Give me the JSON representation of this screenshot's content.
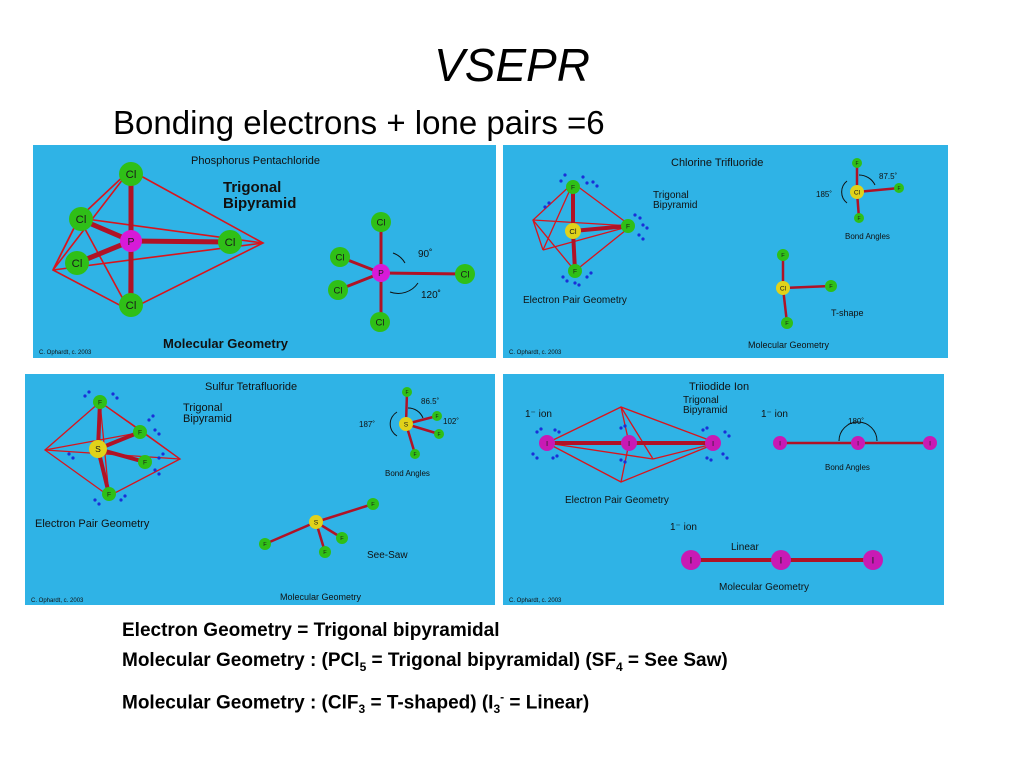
{
  "slide": {
    "title": "VSEPR",
    "subtitle": "Bonding electrons +  lone pairs =6"
  },
  "panels": {
    "pcl5": {
      "name": "Phosphorus Pentachloride",
      "geometry": "Trigonal",
      "geometry2": "Bipyramid",
      "bottom_label": "Molecular Geometry",
      "angle1": "90˚",
      "angle2": "120˚",
      "atom_center": "P",
      "atom_outer": "Cl",
      "credit": "C. Ophardt, c. 2003"
    },
    "clf3": {
      "name": "Chlorine Trifluoride",
      "geometry": "Trigonal",
      "geometry2": "Bipyramid",
      "electron_label": "Electron Pair Geometry",
      "angle1": "87.5˚",
      "angle2": "185˚",
      "bond_angles": "Bond Angles",
      "shape": "T-shape",
      "bottom_label": "Molecular Geometry",
      "atom_center": "Cl",
      "atom_outer": "F",
      "credit": "C. Ophardt, c. 2003"
    },
    "sf4": {
      "name": "Sulfur Tetrafluoride",
      "geometry": "Trigonal",
      "geometry2": "Bipyramid",
      "electron_label": "Electron Pair Geometry",
      "angle1": "86.5˚",
      "angle2": "187˚",
      "angle3": "102˚",
      "bond_angles": "Bond Angles",
      "shape": "See-Saw",
      "bottom_label": "Molecular Geometry",
      "atom_center": "S",
      "atom_outer": "F",
      "credit": "C. Ophardt, c. 2003"
    },
    "i3": {
      "name": "Triiodide Ion",
      "geometry": "Trigonal",
      "geometry2": "Bipyramid",
      "ion_label": "1⁻ ion",
      "angle1": "180˚",
      "bond_angles": "Bond Angles",
      "electron_label": "Electron Pair Geometry",
      "shape": "Linear",
      "bottom_label": "Molecular Geometry",
      "atom": "I",
      "credit": "C. Ophardt, c. 2003"
    }
  },
  "notes": {
    "line1": "Electron Geometry = Trigonal bipyramidal",
    "line2_a": "Molecular Geometry : (PCl",
    "line2_sub1": "5",
    "line2_b": " = Trigonal bipyramidal) (SF",
    "line2_sub2": "4",
    "line2_c": " = See Saw)",
    "line3_a": "Molecular Geometry :  (ClF",
    "line3_sub1": "3",
    "line3_b": " = T-shaped)  (I",
    "line3_sub2": "3",
    "line3_sup": "-",
    "line3_c": "  = Linear)"
  },
  "colors": {
    "panel_bg": "#2fb3e6",
    "bond": "#c0182b",
    "chlorine": "#33c11a",
    "phosphorus": "#d81ad8",
    "fluorine": "#33c11a",
    "sulfur": "#e0d21a",
    "iodine": "#c81ab4",
    "lone_pair": "#1a2fd8"
  }
}
